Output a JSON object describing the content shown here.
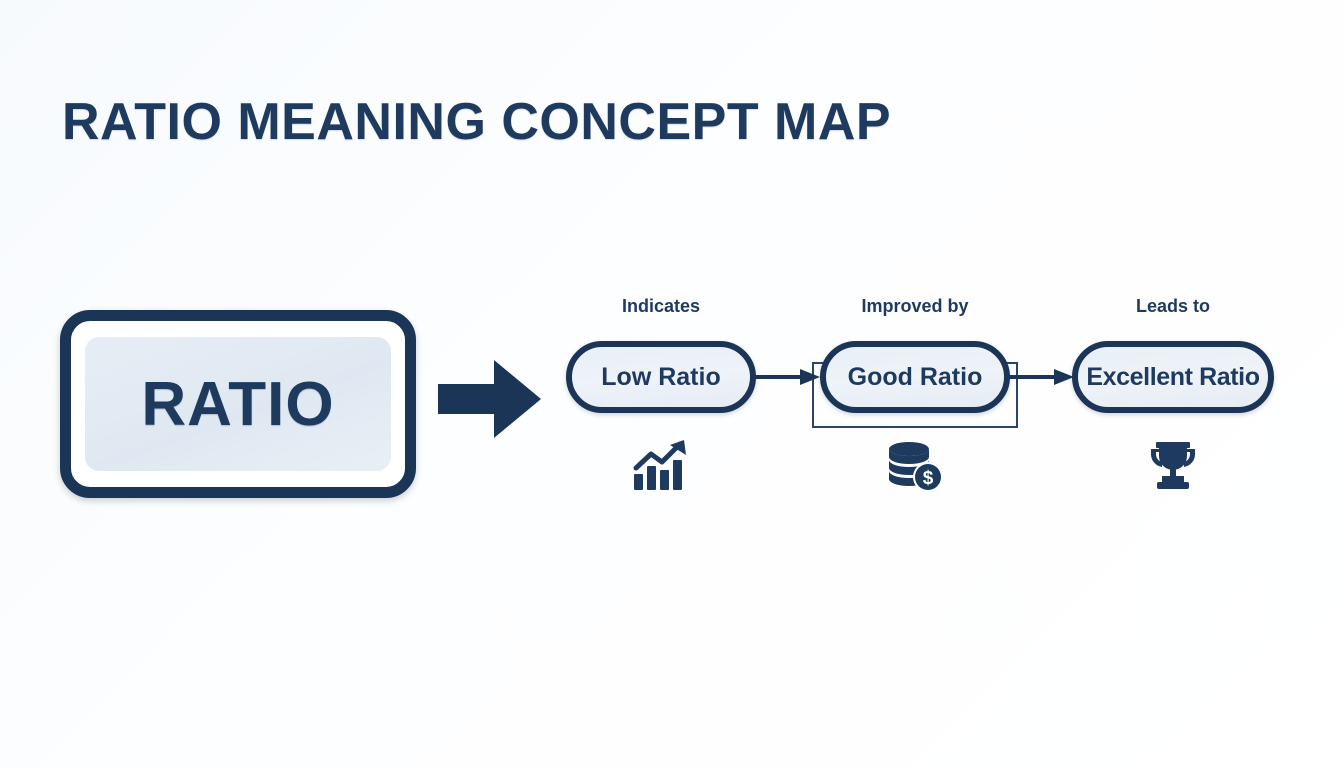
{
  "page": {
    "title": "RATIO MEANING CONCEPT MAP",
    "background_color": "#fbfdfe",
    "accent_navy": "#1e3a5f",
    "border_navy": "#1b3557",
    "panel_fill": "#e4ebf4"
  },
  "root_node": {
    "label": "RATIO",
    "icon": "rounded-rectangle-frame"
  },
  "flow_arrow": {
    "icon": "block-arrow-right-icon"
  },
  "chain": [
    {
      "edge_label": "Indicates",
      "node_label": "Low Ratio",
      "icon": "bar-chart-growth-icon"
    },
    {
      "edge_label": "Improved by",
      "node_label": "Good Ratio",
      "icon": "coins-dollar-icon"
    },
    {
      "edge_label": "Leads to",
      "node_label": "Excellent Ratio",
      "icon": "trophy-icon"
    }
  ],
  "connectors": [
    {
      "icon": "arrow-right-icon"
    },
    {
      "icon": "arrow-right-icon"
    }
  ]
}
